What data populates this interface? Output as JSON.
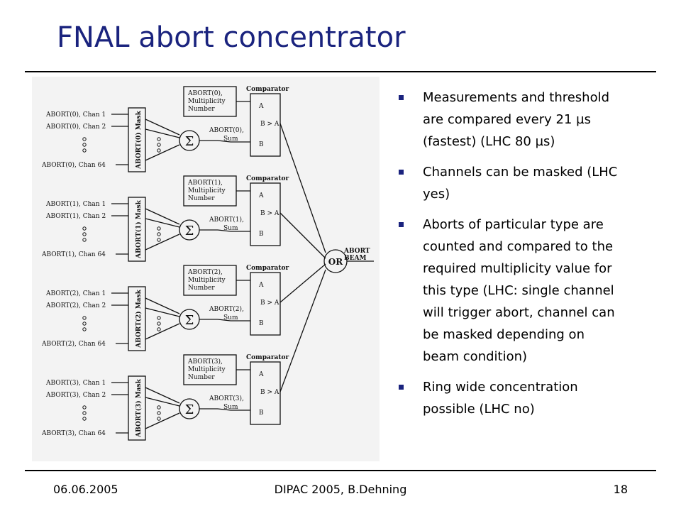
{
  "slide": {
    "title": "FNAL abort concentrator"
  },
  "bullets": [
    "Measurements and threshold are compared every 21 µs (fastest) (LHC 80 µs)",
    "Channels can be masked (LHC yes)",
    "Aborts of particular type are counted and compared to the required multiplicity value for this type (LHC: single channel will trigger abort, channel can be masked depending on beam condition)",
    "Ring wide concentration possible (LHC no)"
  ],
  "diagram": {
    "blocks": [
      {
        "chan1": "ABORT(0), Chan 1",
        "chan2": "ABORT(0), Chan 2",
        "chan64": "ABORT(0), Chan 64",
        "mask": "ABORT(0) Mask",
        "mult1": "ABORT(0),",
        "mult2": "Multiplicity",
        "mult3": "Number",
        "sum1": "ABORT(0),",
        "sum2": "Sum",
        "comp": "Comparator",
        "a": "A",
        "ba": "B > A",
        "b": "B"
      },
      {
        "chan1": "ABORT(1), Chan 1",
        "chan2": "ABORT(1), Chan 2",
        "chan64": "ABORT(1), Chan 64",
        "mask": "ABORT(1) Mask",
        "mult1": "ABORT(1),",
        "mult2": "Multiplicity",
        "mult3": "Number",
        "sum1": "ABORT(1),",
        "sum2": "Sum",
        "comp": "Comparator",
        "a": "A",
        "ba": "B > A",
        "b": "B"
      },
      {
        "chan1": "ABORT(2), Chan 1",
        "chan2": "ABORT(2), Chan 2",
        "chan64": "ABORT(2), Chan 64",
        "mask": "ABORT(2) Mask",
        "mult1": "ABORT(2),",
        "mult2": "Multiplicity",
        "mult3": "Number",
        "sum1": "ABORT(2),",
        "sum2": "Sum",
        "comp": "Comparator",
        "a": "A",
        "ba": "B > A",
        "b": "B"
      },
      {
        "chan1": "ABORT(3), Chan 1",
        "chan2": "ABORT(3), Chan 2",
        "chan64": "ABORT(3), Chan 64",
        "mask": "ABORT(3) Mask",
        "mult1": "ABORT(3),",
        "mult2": "Multiplicity",
        "mult3": "Number",
        "sum1": "ABORT(3),",
        "sum2": "Sum",
        "comp": "Comparator",
        "a": "A",
        "ba": "B > A",
        "b": "B"
      }
    ],
    "or_gate": "OR",
    "output1": "ABORT",
    "output2": "BEAM"
  },
  "footer": {
    "date": "06.06.2005",
    "conference": "DIPAC 2005, B.Dehning",
    "page": "18"
  },
  "colors": {
    "title": "#1a237e",
    "bullet_marker": "#1a237e",
    "rule": "#000000"
  }
}
